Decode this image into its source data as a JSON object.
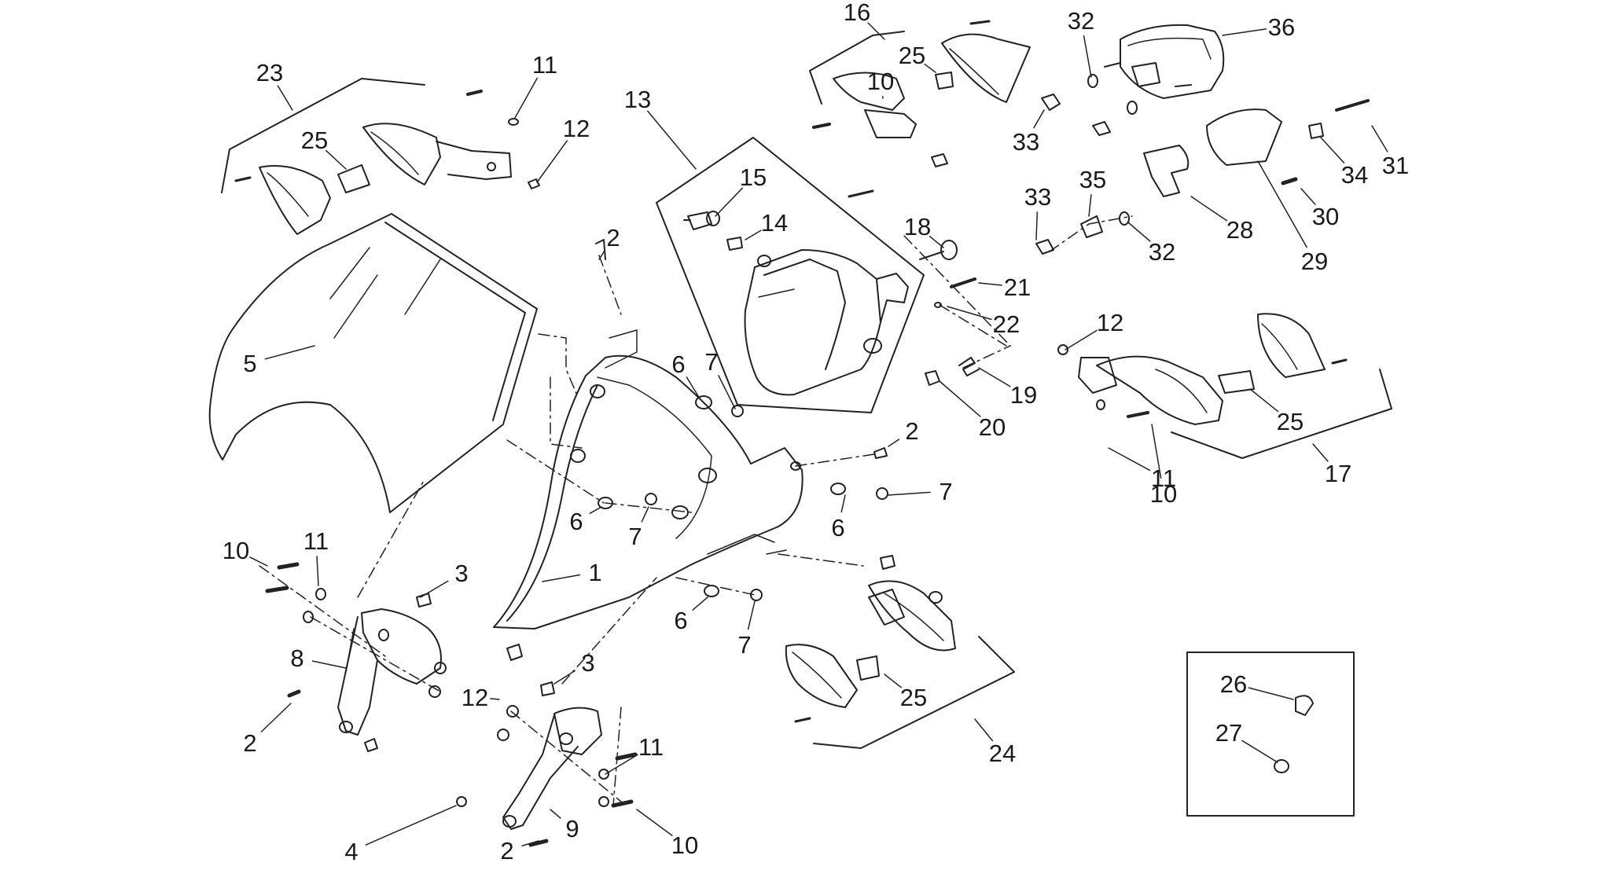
{
  "diagram": {
    "line_color": "#222222",
    "callouts": [
      {
        "label": "1"
      },
      {
        "label": "2"
      },
      {
        "label": "2"
      },
      {
        "label": "2"
      },
      {
        "label": "2"
      },
      {
        "label": "3"
      },
      {
        "label": "3"
      },
      {
        "label": "4"
      },
      {
        "label": "5"
      },
      {
        "label": "6"
      },
      {
        "label": "6"
      },
      {
        "label": "6"
      },
      {
        "label": "6"
      },
      {
        "label": "7"
      },
      {
        "label": "7"
      },
      {
        "label": "7"
      },
      {
        "label": "7"
      },
      {
        "label": "8"
      },
      {
        "label": "9"
      },
      {
        "label": "10"
      },
      {
        "label": "10"
      },
      {
        "label": "10"
      },
      {
        "label": "10"
      },
      {
        "label": "11"
      },
      {
        "label": "11"
      },
      {
        "label": "11"
      },
      {
        "label": "11"
      },
      {
        "label": "12"
      },
      {
        "label": "12"
      },
      {
        "label": "12"
      },
      {
        "label": "13"
      },
      {
        "label": "14"
      },
      {
        "label": "15"
      },
      {
        "label": "16"
      },
      {
        "label": "17"
      },
      {
        "label": "18"
      },
      {
        "label": "19"
      },
      {
        "label": "20"
      },
      {
        "label": "21"
      },
      {
        "label": "22"
      },
      {
        "label": "23"
      },
      {
        "label": "24"
      },
      {
        "label": "25"
      },
      {
        "label": "25"
      },
      {
        "label": "25"
      },
      {
        "label": "25"
      },
      {
        "label": "26"
      },
      {
        "label": "27"
      },
      {
        "label": "28"
      },
      {
        "label": "29"
      },
      {
        "label": "30"
      },
      {
        "label": "31"
      },
      {
        "label": "32"
      },
      {
        "label": "32"
      },
      {
        "label": "33"
      },
      {
        "label": "33"
      },
      {
        "label": "34"
      },
      {
        "label": "35"
      },
      {
        "label": "36"
      }
    ]
  }
}
